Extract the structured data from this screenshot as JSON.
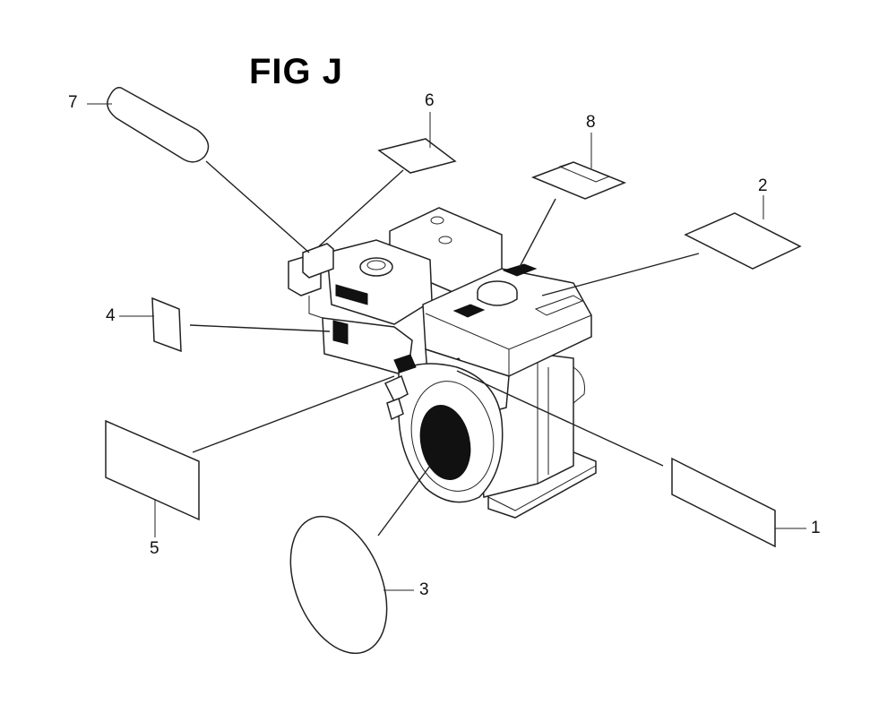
{
  "figure": {
    "title": "FIG J"
  },
  "callouts": [
    {
      "id": "1",
      "label": "1"
    },
    {
      "id": "2",
      "label": "2"
    },
    {
      "id": "3",
      "label": "3"
    },
    {
      "id": "4",
      "label": "4"
    },
    {
      "id": "5",
      "label": "5"
    },
    {
      "id": "6",
      "label": "6"
    },
    {
      "id": "7",
      "label": "7"
    },
    {
      "id": "8",
      "label": "8"
    }
  ],
  "colors": {
    "line": "#222222",
    "background": "#ffffff",
    "fill_dark": "#111111"
  }
}
